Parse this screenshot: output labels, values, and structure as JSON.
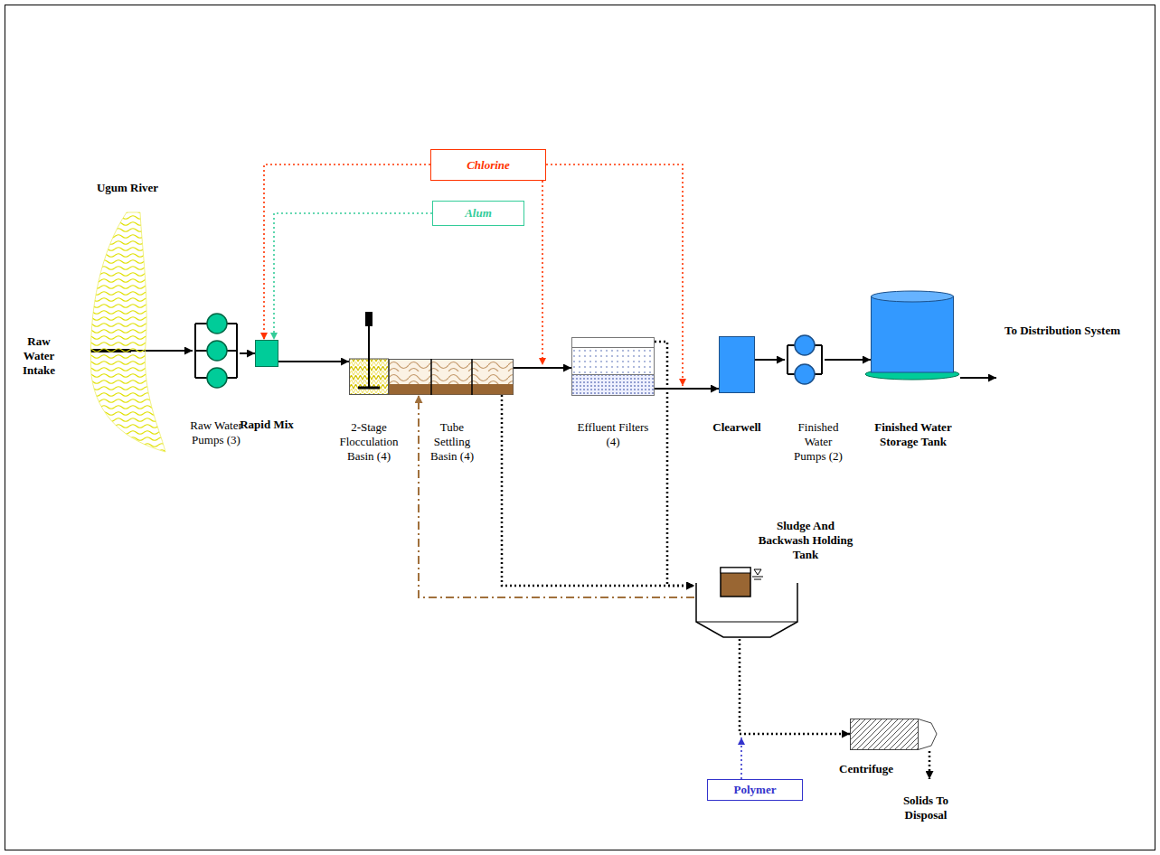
{
  "diagram": {
    "nodes": [
      {
        "text": [
          "Ugum River"
        ]
      },
      {
        "text": [
          "Raw Water Pumps (3)"
        ]
      },
      {
        "text": [
          "Rapid Mix"
        ]
      },
      {
        "text": [
          "2-Stage Flocculation Basin (4)"
        ]
      },
      {
        "text": [
          "Tube Settling Basin (4)"
        ]
      },
      {
        "text": [
          "Effluent Filters (4)"
        ]
      },
      {
        "text": [
          "Clearwell"
        ]
      },
      {
        "text": [
          "Finished Water Pumps (2)"
        ]
      },
      {
        "text": [
          "Finished Water Storage Tank"
        ]
      },
      {
        "text": [
          "Chlorine"
        ]
      },
      {
        "text": [
          "Alum"
        ]
      },
      {
        "text": [
          "Sludge And Backwash Holding Tank"
        ]
      },
      {
        "text": [
          "Polymer"
        ]
      },
      {
        "text": [
          "Centrifuge"
        ]
      }
    ],
    "edges": [
      {
        "from": 0,
        "to": 1,
        "arrow": "to"
      },
      {
        "from": 1,
        "to": 2,
        "arrow": "to"
      },
      {
        "from": 2,
        "to": 3,
        "arrow": "to"
      },
      {
        "from": 4,
        "to": 5,
        "arrow": "to"
      },
      {
        "from": 5,
        "to": 6,
        "arrow": "to"
      },
      {
        "from": 6,
        "to": 7,
        "arrow": "to"
      },
      {
        "from": 7,
        "to": 8,
        "arrow": "to"
      },
      {
        "from": 9,
        "to": 2,
        "arrow": "to"
      },
      {
        "from": 10,
        "to": 2,
        "arrow": "to"
      },
      {
        "from": 4,
        "to": 11,
        "arrow": "to"
      },
      {
        "from": 5,
        "to": 11,
        "arrow": "to"
      },
      {
        "from": 11,
        "to": 4,
        "arrow": "to"
      },
      {
        "from": 11,
        "to": 13,
        "arrow": "to"
      }
    ],
    "labels": [
      "Raw Water Intake",
      "To Distribution System",
      "Solids To Disposal"
    ]
  }
}
